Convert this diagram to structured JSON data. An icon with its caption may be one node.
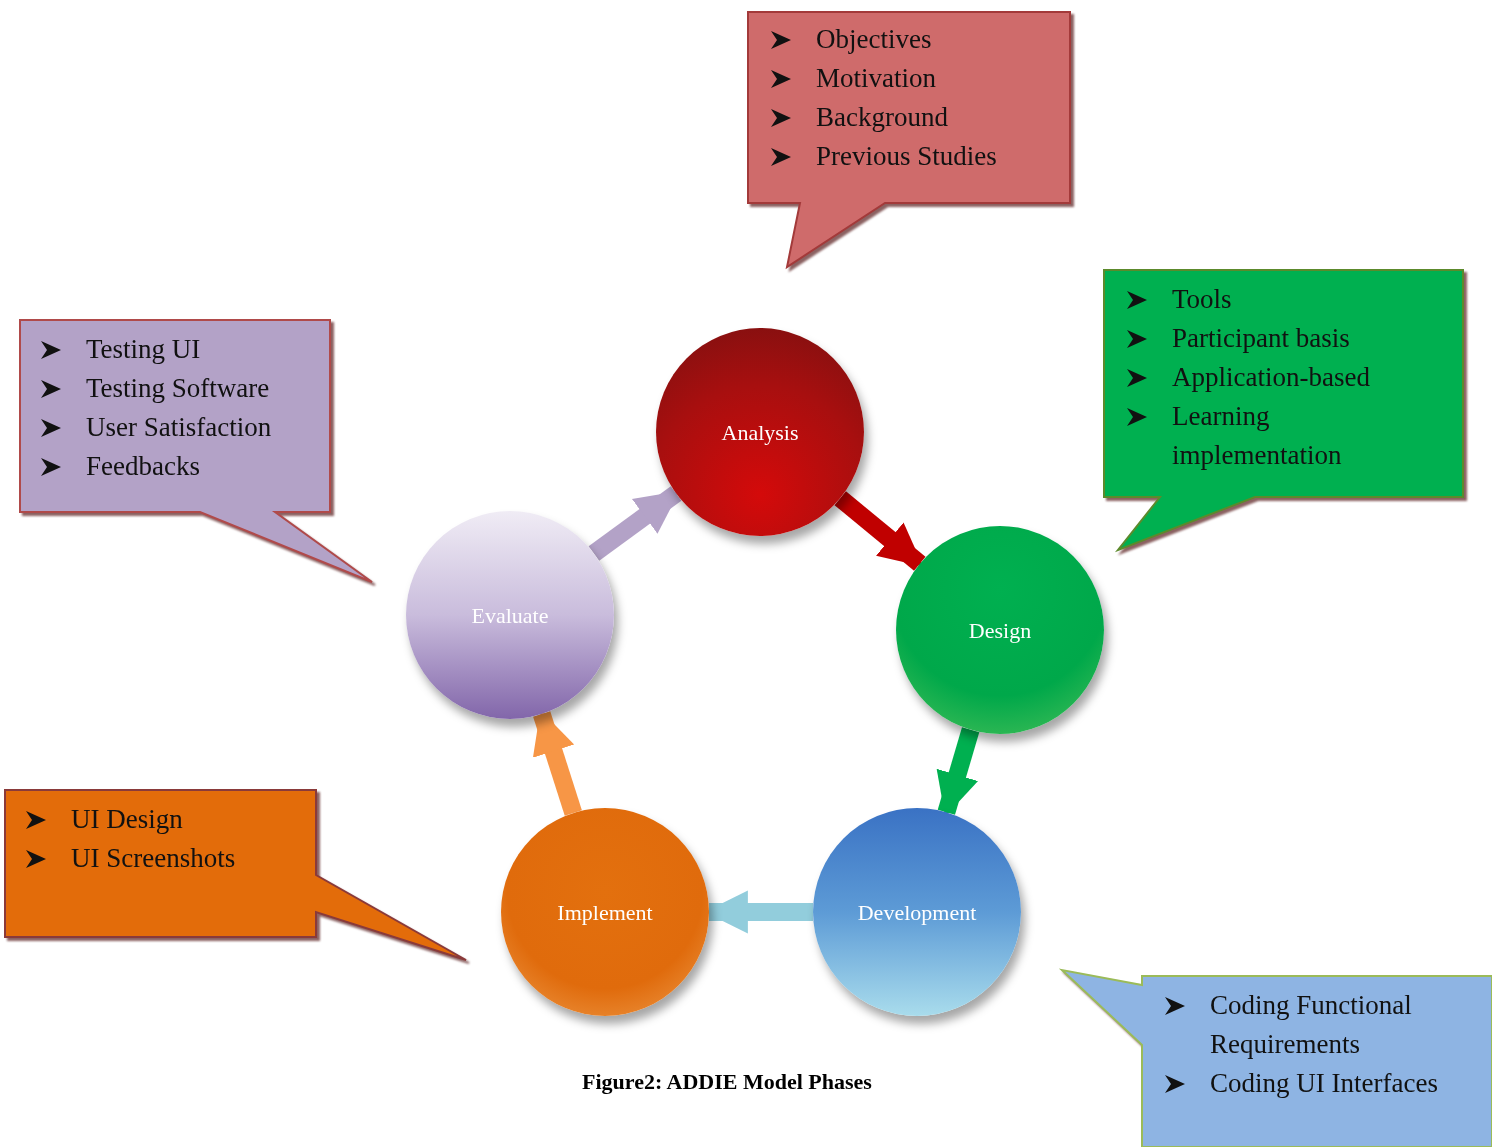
{
  "diagram": {
    "caption": "Figure2: ADDIE Model Phases",
    "nodes": [
      {
        "text": [
          "Analysis"
        ]
      },
      {
        "text": [
          "Design"
        ]
      },
      {
        "text": [
          "Development"
        ]
      },
      {
        "text": [
          "Implement"
        ]
      },
      {
        "text": [
          "Evaluate"
        ]
      },
      {
        "text": [
          "Objectives",
          "Motivation",
          "Background",
          "Previous Studies"
        ]
      },
      {
        "text": [
          "Tools",
          "Participant basis",
          "Application-based",
          "Learning implementation"
        ]
      },
      {
        "text": [
          "Testing UI",
          "Testing Software",
          "User Satisfaction",
          "Feedbacks"
        ]
      },
      {
        "text": [
          "UI Design",
          "UI Screenshots"
        ]
      },
      {
        "text": [
          "Coding Functional Requirements",
          "Coding UI Interfaces"
        ]
      }
    ],
    "edges": [
      {
        "from": 0,
        "to": 1,
        "arrow": "to",
        "color": "#c00000"
      },
      {
        "from": 1,
        "to": 2,
        "arrow": "to",
        "color": "#00b050"
      },
      {
        "from": 2,
        "to": 3,
        "arrow": "to",
        "color": "#92cddc"
      },
      {
        "from": 3,
        "to": 4,
        "arrow": "to",
        "color": "#f79646"
      },
      {
        "from": 4,
        "to": 0,
        "arrow": "to",
        "color": "#b3a2c7"
      }
    ]
  }
}
